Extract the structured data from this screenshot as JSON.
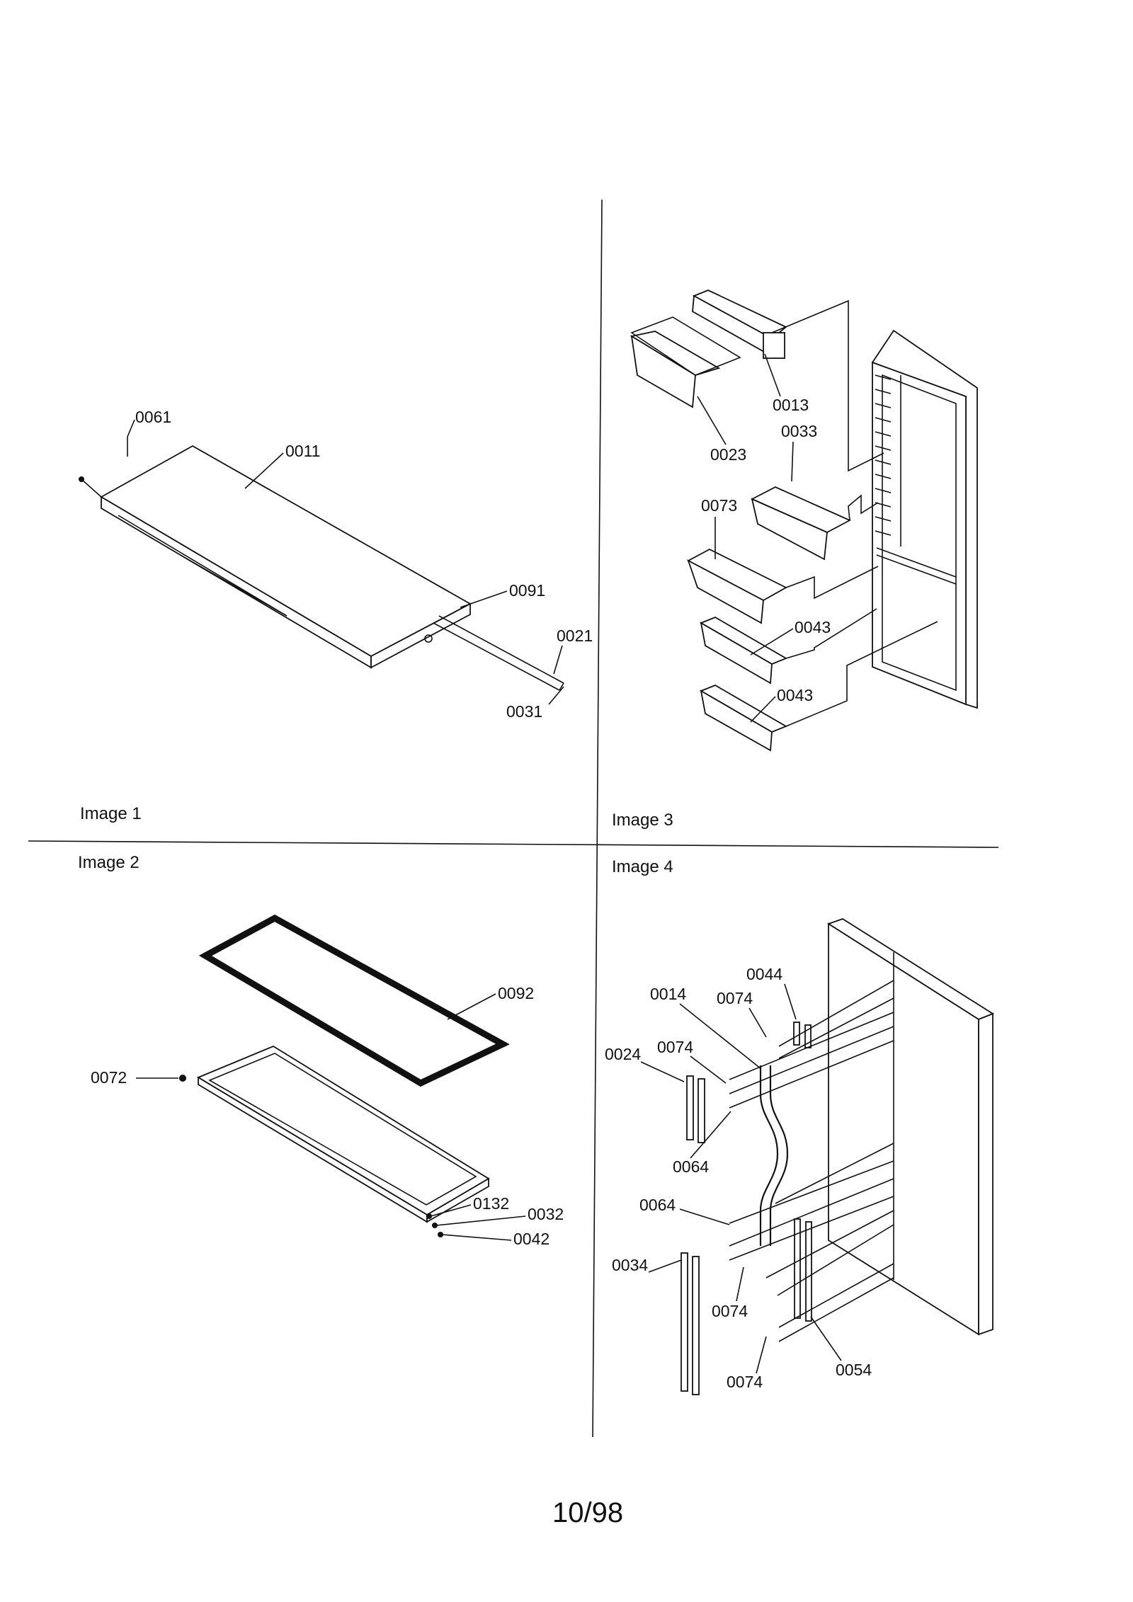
{
  "page_number": "10/98",
  "panels": [
    {
      "caption": "Image 1",
      "callouts": [
        "0061",
        "0011",
        "0091",
        "0021",
        "0031"
      ]
    },
    {
      "caption": "Image 2",
      "callouts": [
        "0092",
        "0072",
        "0132",
        "0032",
        "0042"
      ]
    },
    {
      "caption": "Image 3",
      "callouts": [
        "0013",
        "0033",
        "0023",
        "0073",
        "0043",
        "0043"
      ]
    },
    {
      "caption": "Image 4",
      "callouts": [
        "0044",
        "0014",
        "0074",
        "0024",
        "0074",
        "0064",
        "0064",
        "0034",
        "0074",
        "0074",
        "0054"
      ]
    }
  ]
}
